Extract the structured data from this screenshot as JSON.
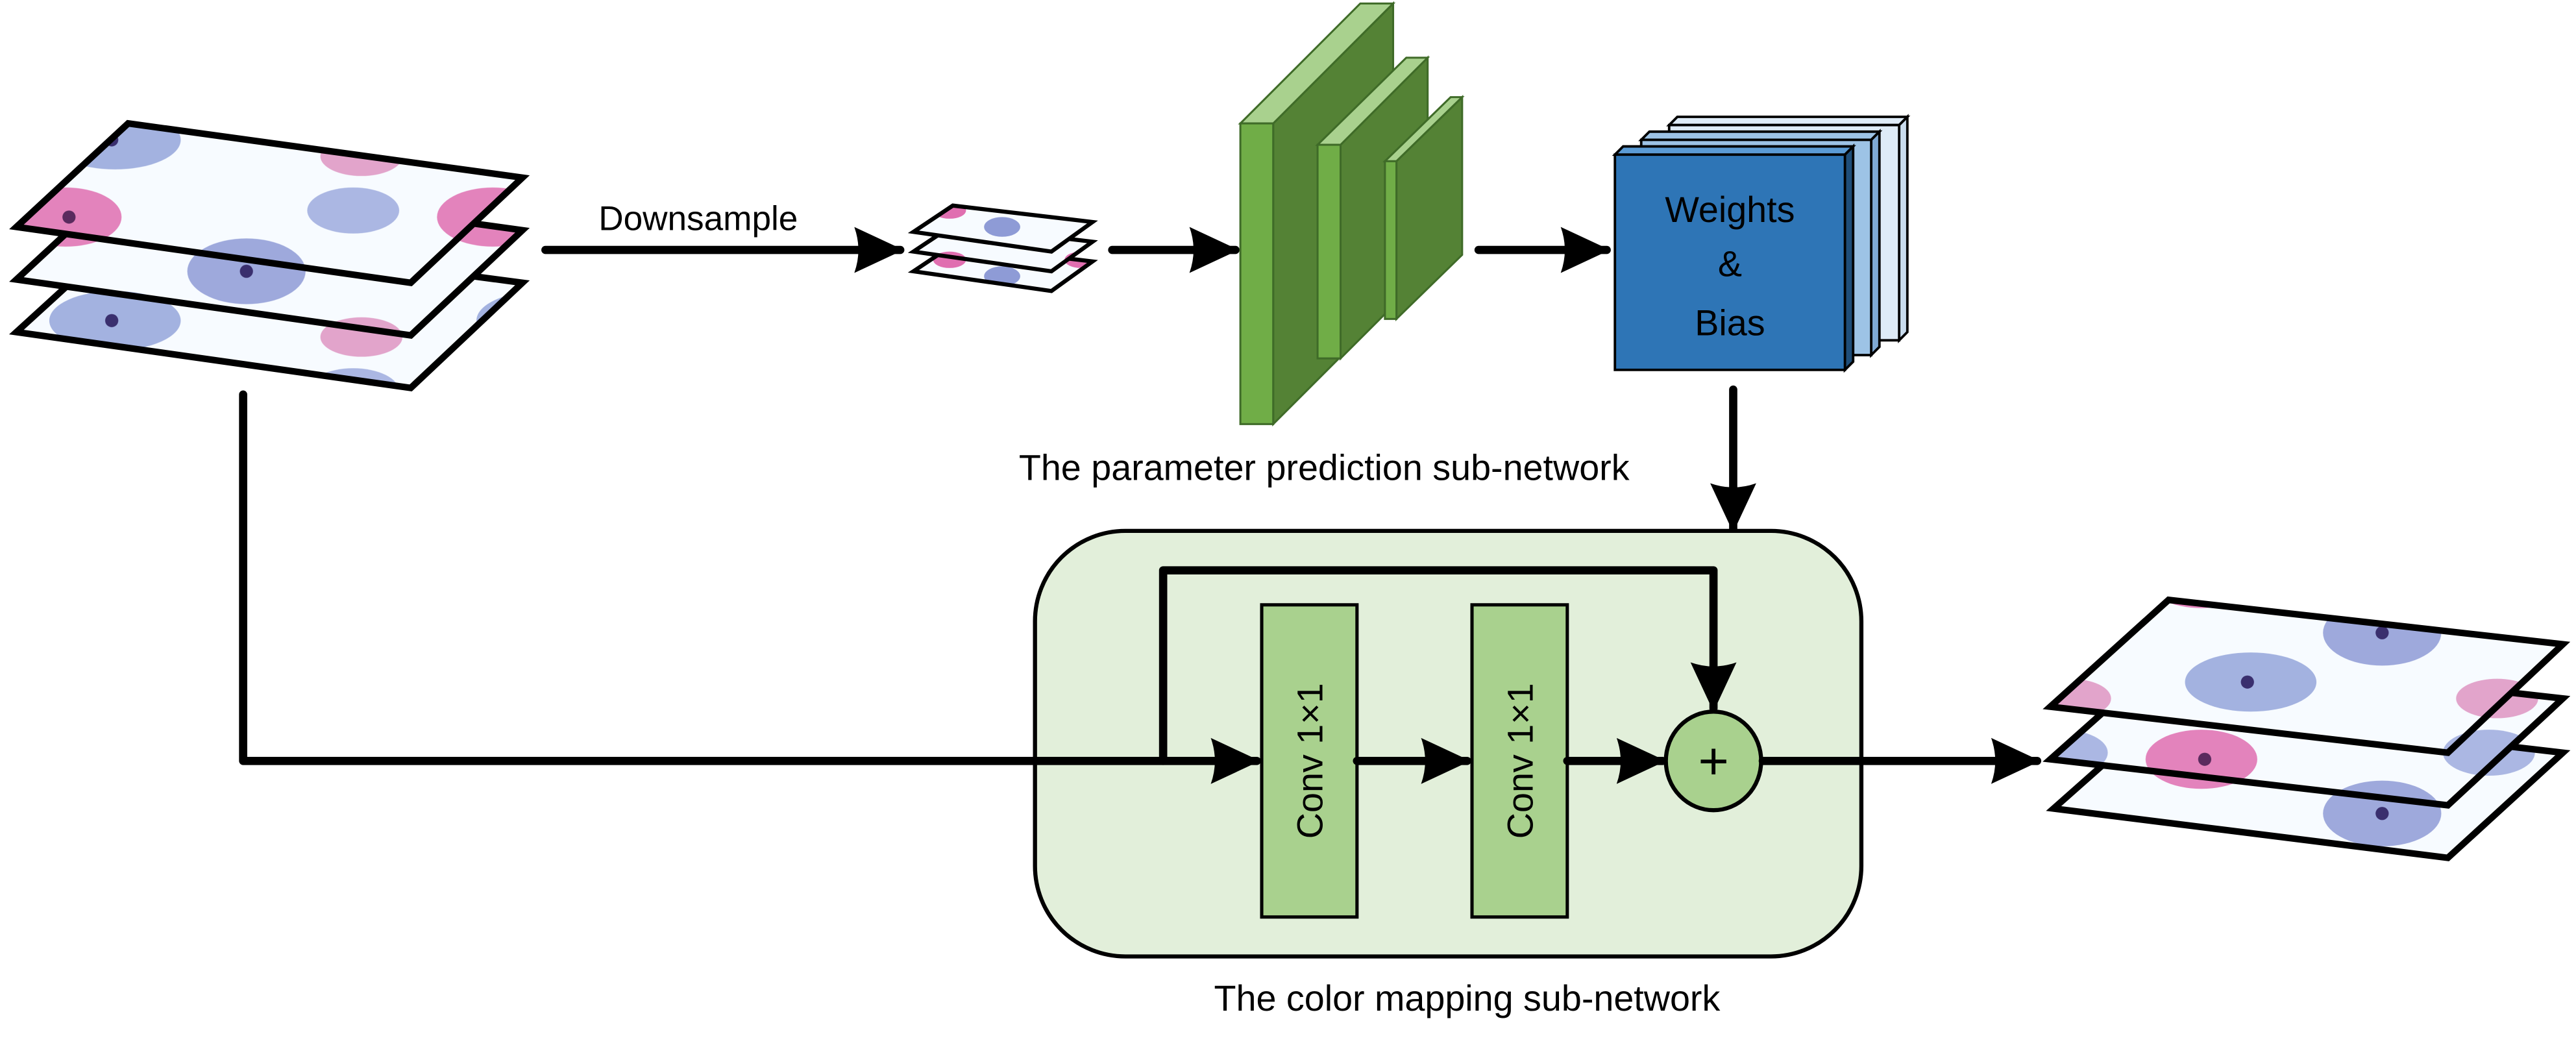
{
  "labels": {
    "downsample": "Downsample",
    "weights_line1": "Weights",
    "weights_line2": "&",
    "weights_line3": "Bias",
    "parameter_network": "The parameter prediction sub-network",
    "color_mapping_network": "The color mapping sub-network",
    "conv1": "Conv 1×1",
    "conv2": "Conv 1×1",
    "add_symbol": "+"
  },
  "colors": {
    "green_front": "#70ad47",
    "green_side": "#548235",
    "green_top": "#a9d18e",
    "blue_front": "#2e75b6",
    "blue_middle": "#9dc3e6",
    "blue_back": "#deebf7",
    "mapping_box": "#e2efda",
    "conv_fill": "#a9d18e"
  }
}
